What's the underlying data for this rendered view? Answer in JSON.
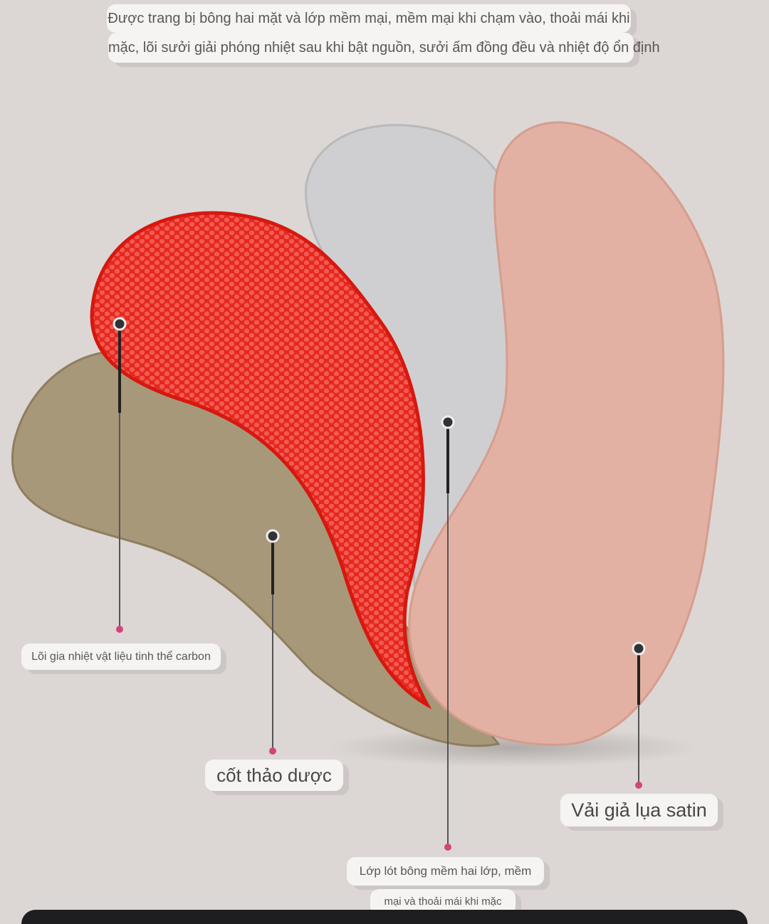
{
  "description_text": {
    "line1": "Được trang bị bông hai mặt và lớp mềm mại, mềm mại khi chạm vào, thoải mái khi",
    "line2": "mặc, lõi sưởi giải phóng nhiệt sau khi bật nguồn, sưởi ấm đồng đều và nhiệt độ ổn định"
  },
  "callouts": {
    "carbon_core": "Lõi gia nhiệt vật liệu tinh thể carbon",
    "herbal_base": "cốt thảo dược",
    "cotton_lining_line1": "Lớp lót bông mềm hai lớp, mềm",
    "cotton_lining_line2": "mại và thoải mái khi mặc",
    "satin": "Vải giả lụa satin"
  },
  "colors": {
    "background": "#dcd7d5",
    "herbal": "#a8987a",
    "carbon": "#e5281f",
    "cotton": "#cfcfd1",
    "satin": "#e2b1a3",
    "marker_dot": "#d2457a"
  }
}
